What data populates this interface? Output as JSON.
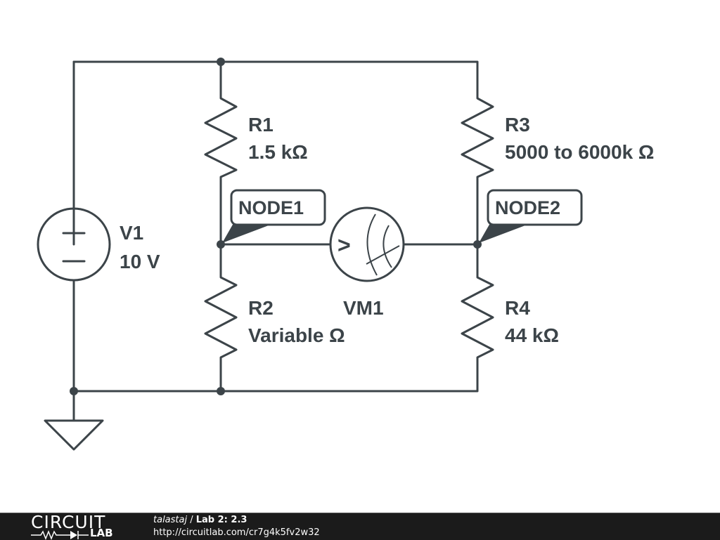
{
  "schematic": {
    "components": {
      "V1": {
        "name": "V1",
        "value": "10 V",
        "type": "dc-voltage-source"
      },
      "R1": {
        "name": "R1",
        "value": "1.5 kΩ",
        "type": "resistor"
      },
      "R2": {
        "name": "R2",
        "value": "Variable Ω",
        "type": "resistor"
      },
      "R3": {
        "name": "R3",
        "value": "5000 to 6000k Ω",
        "type": "resistor"
      },
      "R4": {
        "name": "R4",
        "value": "44 kΩ",
        "type": "resistor"
      },
      "VM1": {
        "name": "VM1",
        "type": "voltmeter",
        "symbol": ">"
      }
    },
    "nodes": {
      "node1": "NODE1",
      "node2": "NODE2"
    },
    "ground": {
      "type": "ground",
      "icon": "ground-icon"
    },
    "colors": {
      "ink": "#3c4449",
      "background": "#ffffff"
    }
  },
  "footer": {
    "logo_top": "CIRCUIT",
    "logo_bottom": "LAB",
    "user": "talastaj",
    "separator": " / ",
    "title": "Lab 2: 2.3",
    "url": "http://circuitlab.com/cr7g4k5fv2w32",
    "colors": {
      "bar": "#1b1b1b",
      "text": "#ffffff"
    }
  }
}
